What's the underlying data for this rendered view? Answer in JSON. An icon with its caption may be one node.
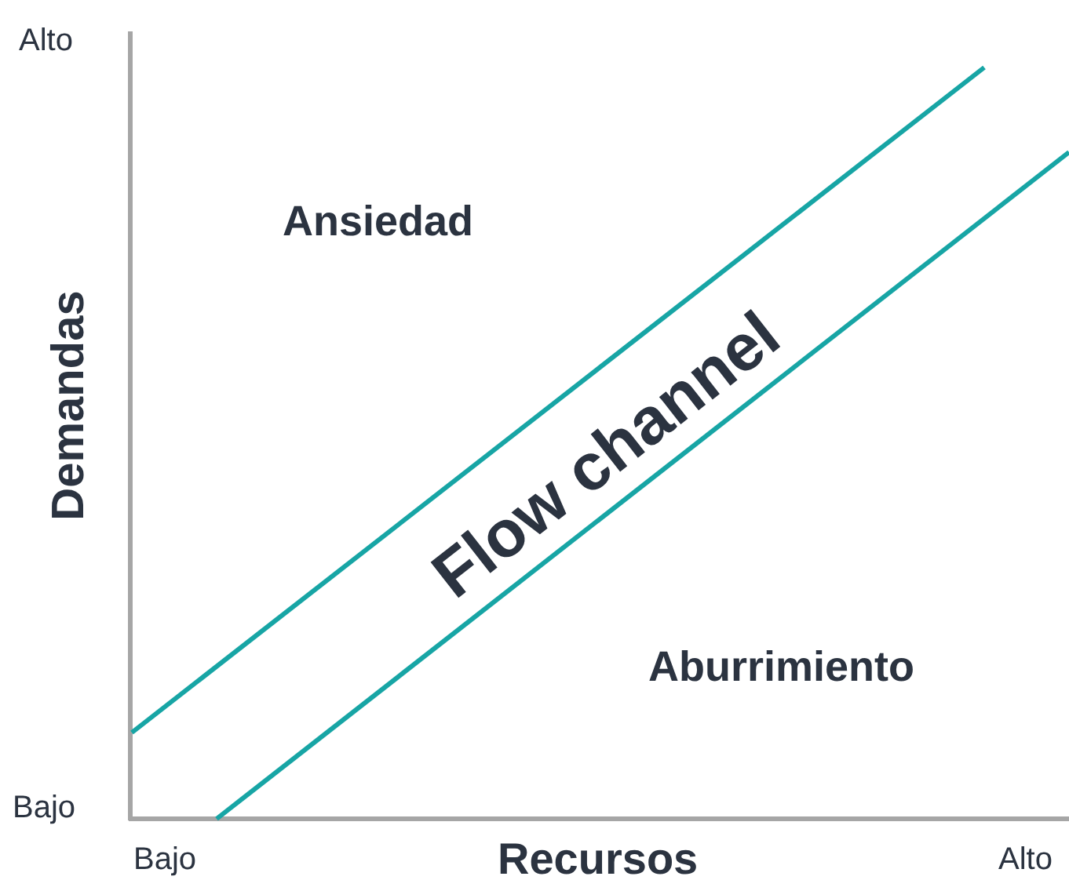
{
  "diagram": {
    "labels": [
      "Alto",
      "Ansiedad",
      "Demandas",
      "Flow channel",
      "Aburrimiento",
      "Bajo",
      "Bajo",
      "Recursos",
      "Alto"
    ]
  }
}
